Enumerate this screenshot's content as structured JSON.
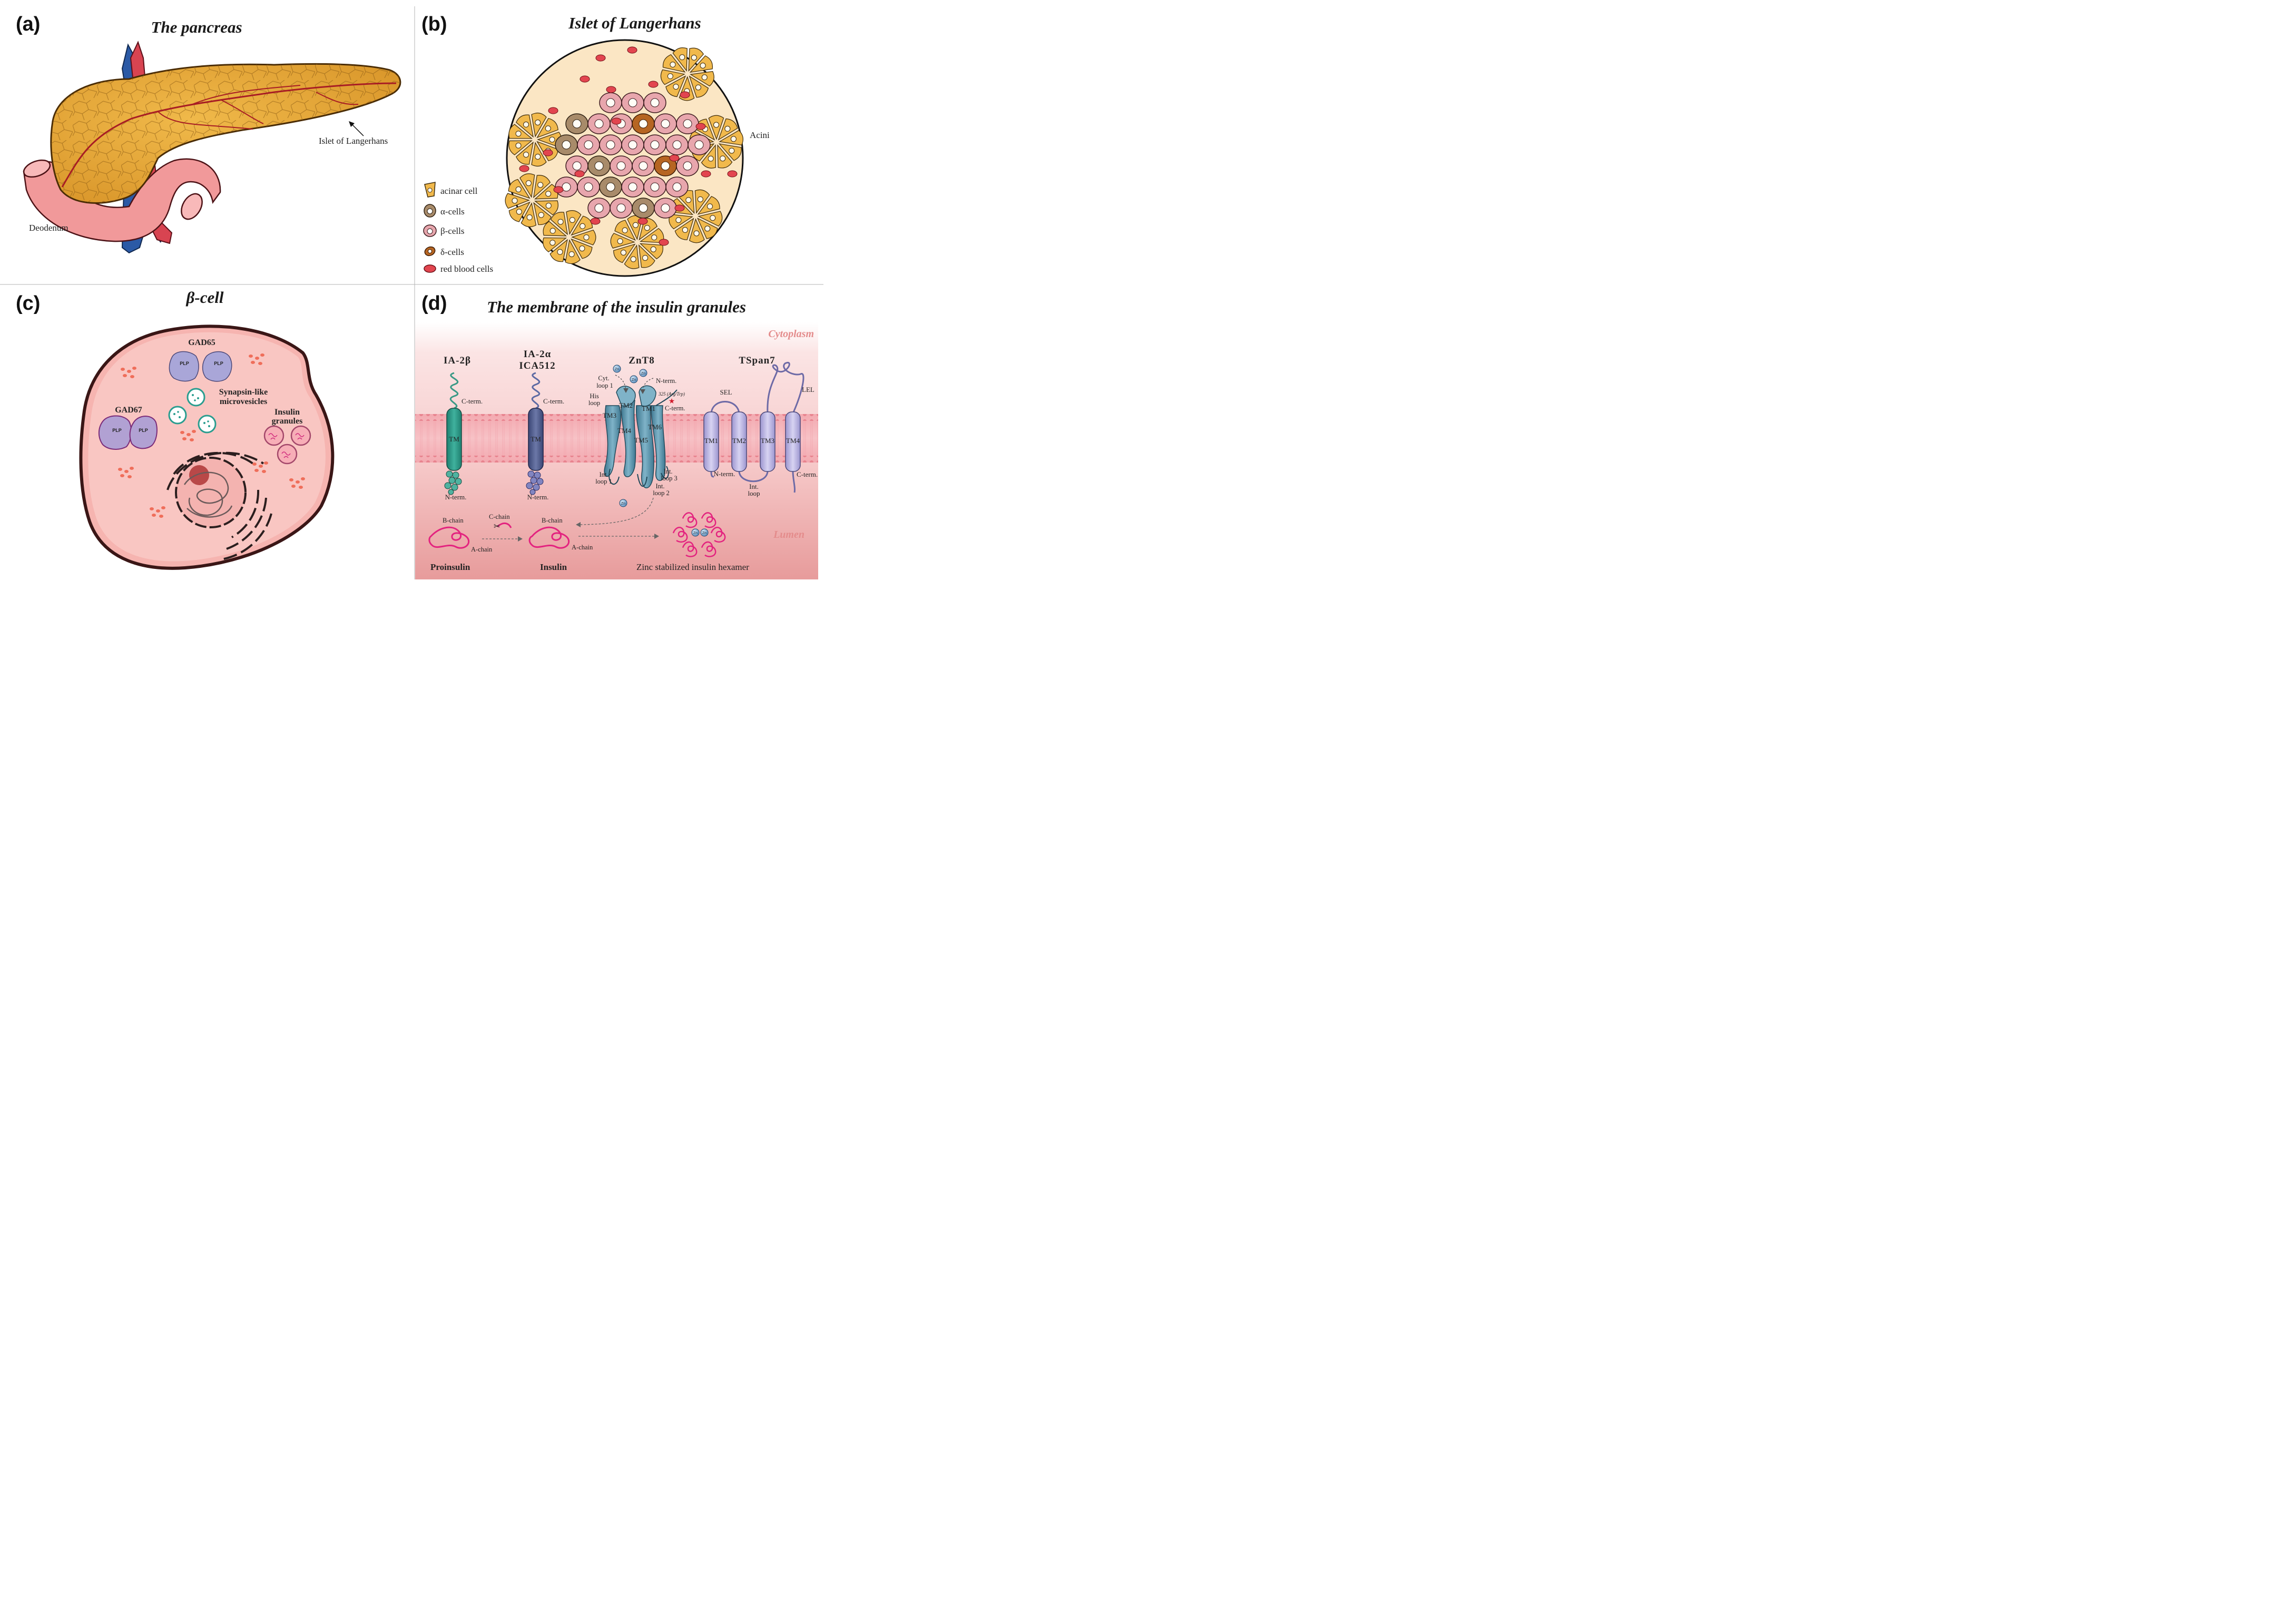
{
  "panels": {
    "a": {
      "label": "(a)",
      "title": "The pancreas",
      "islet_label": "Islet of Langerhans",
      "duodenum_label": "Deodenum"
    },
    "b": {
      "label": "(b)",
      "title": "Islet of Langerhans",
      "acini_label": "Acini",
      "legend": [
        "acinar cell",
        "α-cells",
        "β-cells",
        "δ-cells",
        "red blood cells"
      ]
    },
    "c": {
      "label": "(c)",
      "title": "β-cell",
      "gad65": "GAD65",
      "gad67": "GAD67",
      "plp": "PLP",
      "synapsin_1": "Synapsin-like",
      "synapsin_2": "microvesicles",
      "insulin_1": "Insulin",
      "insulin_2": "granules"
    },
    "d": {
      "label": "(d)",
      "title": "The membrane of the insulin granules",
      "cytoplasm": "Cytoplasm",
      "lumen": "Lumen",
      "ia2b": "IA-2β",
      "ia2a_1": "IA-2α",
      "ia2a_2": "ICA512",
      "znt8": "ZnT8",
      "tspan7": "TSpan7",
      "tm": "TM",
      "c_term": "C-term.",
      "n_term": "N-term.",
      "cyt_loop_1a": "Cyt.",
      "cyt_loop_1b": "loop 1",
      "his_a": "His",
      "his_b": "loop",
      "tm1": "TM1",
      "tm2": "TM2",
      "tm3": "TM3",
      "tm4": "TM4",
      "tm5": "TM5",
      "tm6": "TM6",
      "variant": "325 (Arg/Trp)",
      "int_a": "Int.",
      "loop1": "loop 1",
      "loop2": "loop 2",
      "loop3": "loop 3",
      "loop": "loop",
      "sel": "SEL",
      "lel": "LEL",
      "zn": "Zn",
      "b_chain": "B-chain",
      "a_chain": "A-chain",
      "c_chain": "C-chain",
      "proinsulin": "Proinsulin",
      "insulin": "Insulin",
      "hexamer": "Zinc stabilized insulin hexamer"
    }
  }
}
